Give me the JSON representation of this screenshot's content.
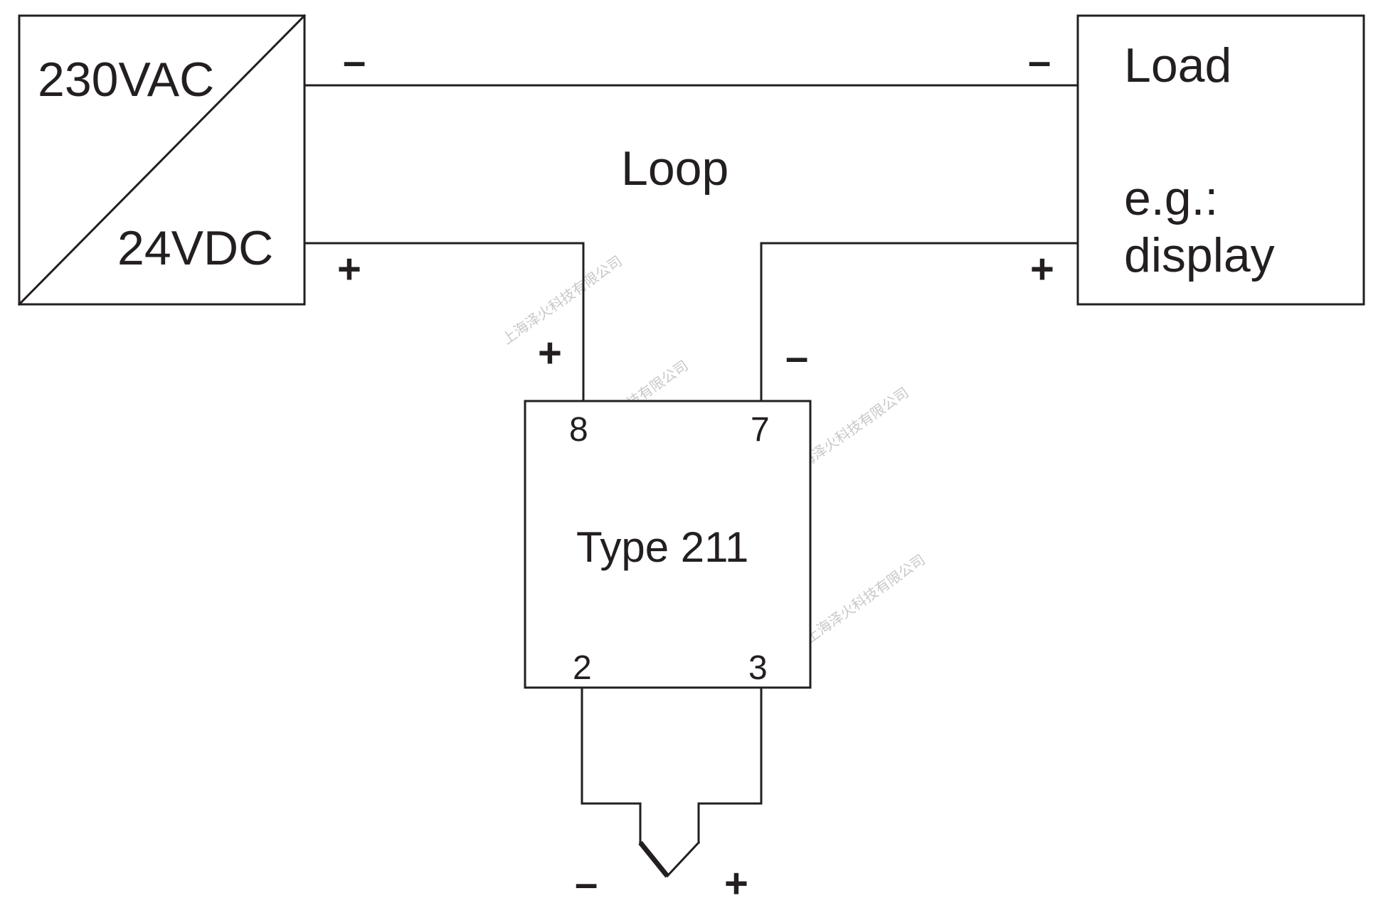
{
  "converter": {
    "input_label": "230VAC",
    "output_label": "24VDC"
  },
  "load": {
    "title": "Load",
    "example_label": "e.g.:",
    "example_value": "display"
  },
  "loop_label": "Loop",
  "transmitter": {
    "label": "Type 211",
    "terminals": {
      "t8": "8",
      "t7": "7",
      "t2": "2",
      "t3": "3"
    }
  },
  "polarity": {
    "converter_top": "–",
    "load_top": "–",
    "converter_bottom": "+",
    "load_bottom": "+",
    "term8": "+",
    "term7": "–",
    "sensor_left": "–",
    "sensor_right": "+"
  },
  "watermark": "上海泽火科技有限公司",
  "colors": {
    "line": "#231f20",
    "background": "#ffffff",
    "watermark": "#c8c8c8"
  }
}
